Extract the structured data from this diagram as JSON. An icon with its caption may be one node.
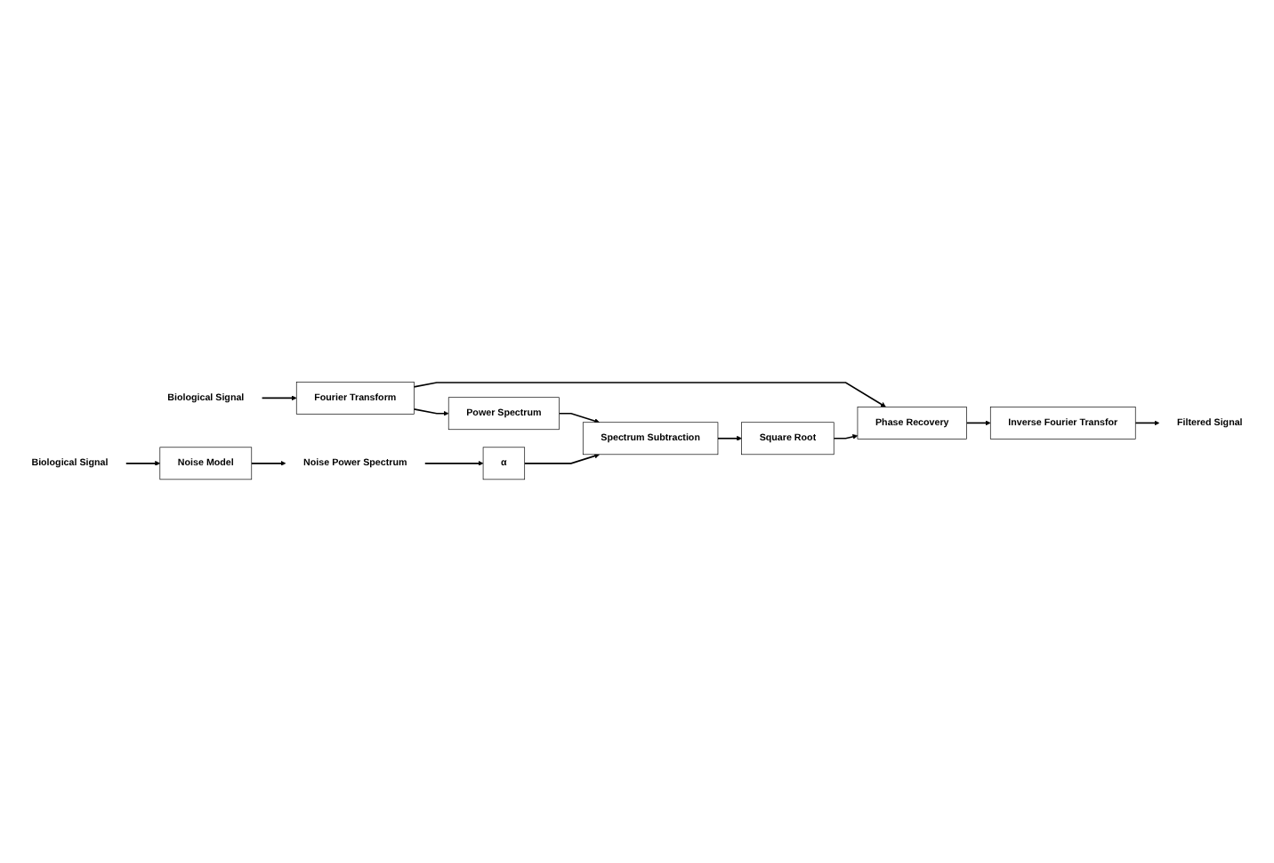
{
  "diagram": {
    "nodes": [
      {
        "text": [
          "Biological Signal"
        ]
      },
      {
        "text": [
          "Fourier Transform"
        ]
      },
      {
        "text": [
          "Power Spectrum"
        ]
      },
      {
        "text": [
          "Spectrum Subtraction"
        ]
      },
      {
        "text": [
          "Square Root"
        ]
      },
      {
        "text": [
          "Phase Recovery"
        ]
      },
      {
        "text": [
          "Inverse Fourier Transfor"
        ]
      },
      {
        "text": [
          "Filtered Signal"
        ]
      },
      {
        "text": [
          "α"
        ]
      },
      {
        "text": [
          "Biological Signal"
        ]
      },
      {
        "text": [
          "Noise Model"
        ]
      },
      {
        "text": [
          "Noise Power Spectrum"
        ]
      }
    ],
    "edges": [
      {
        "from": 0,
        "to": 1,
        "arrow": "to"
      },
      {
        "from": 1,
        "to": 2,
        "arrow": "to"
      },
      {
        "from": 1,
        "to": 5,
        "arrow": "to"
      },
      {
        "from": 2,
        "to": 3,
        "arrow": "to"
      },
      {
        "from": 3,
        "to": 4,
        "arrow": "to"
      },
      {
        "from": 4,
        "to": 5,
        "arrow": "to"
      },
      {
        "from": 5,
        "to": 6,
        "arrow": "to"
      },
      {
        "from": 6,
        "to": 7,
        "arrow": "to"
      },
      {
        "from": 9,
        "to": 10,
        "arrow": "to"
      },
      {
        "from": 10,
        "to": 11,
        "arrow": "to"
      },
      {
        "from": 11,
        "to": 8,
        "arrow": "to"
      },
      {
        "from": 8,
        "to": 3,
        "arrow": "to"
      }
    ]
  }
}
